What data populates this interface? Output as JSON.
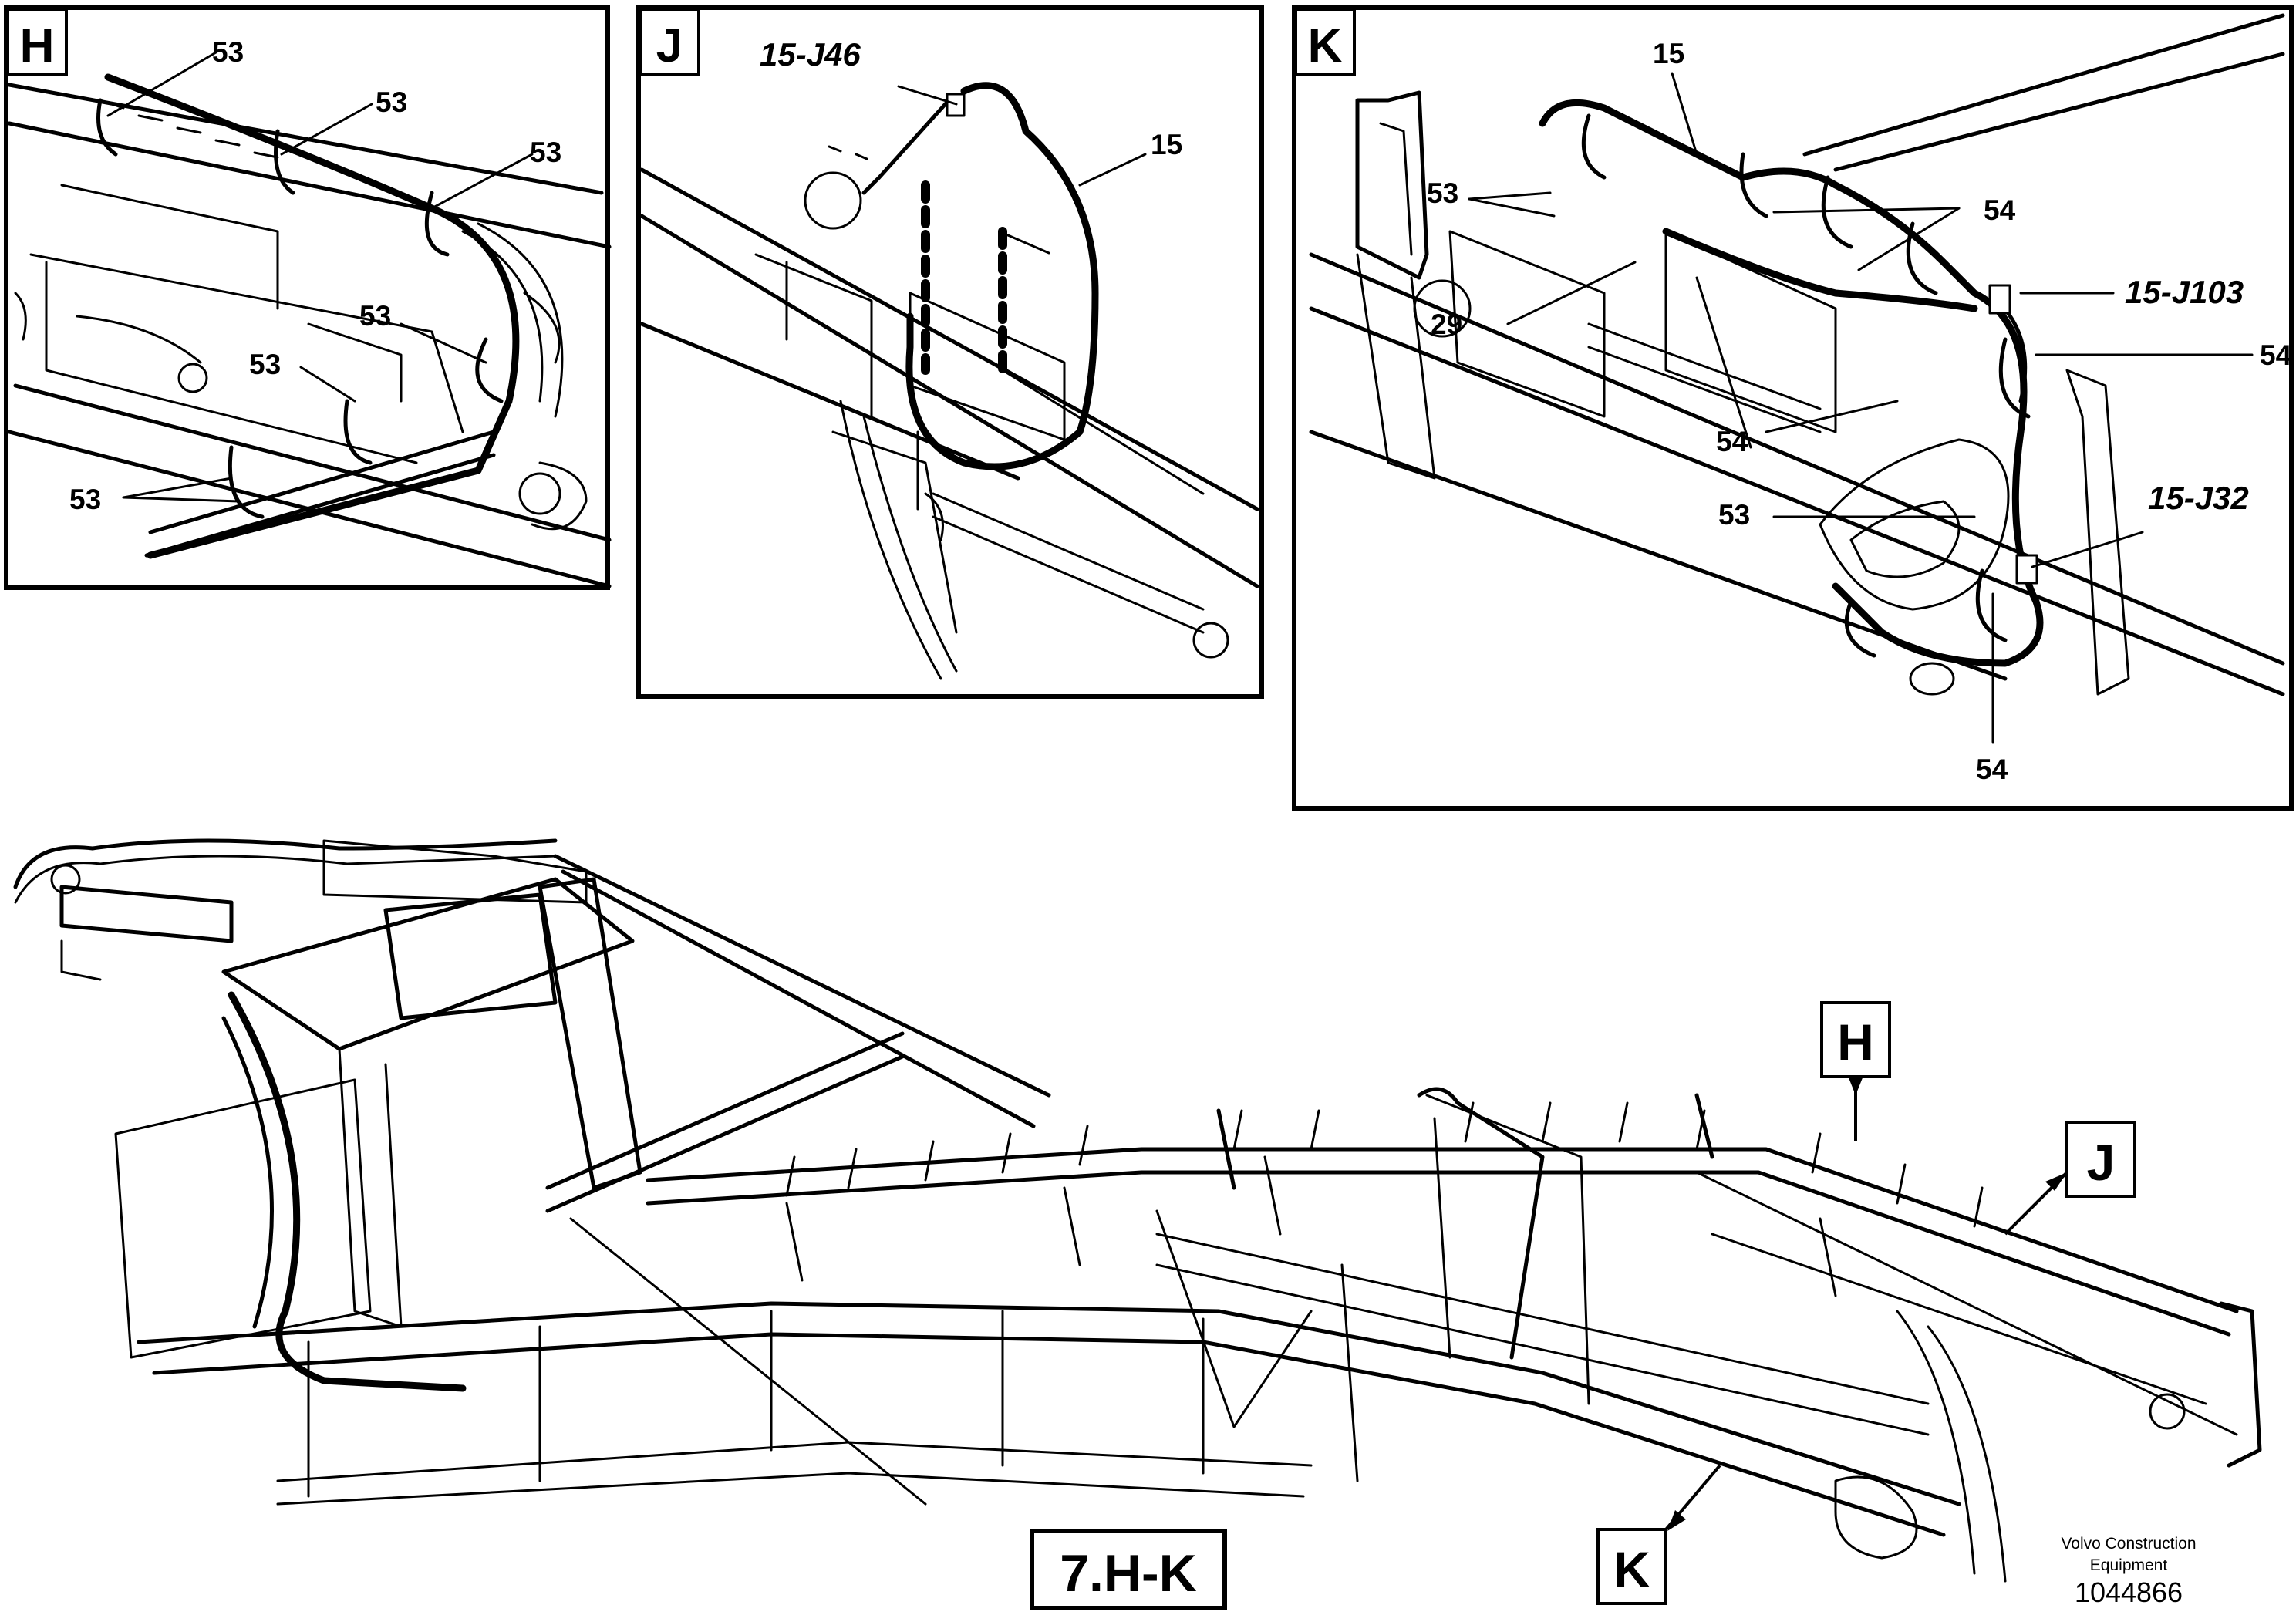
{
  "panels": {
    "H": {
      "letter": "H",
      "callouts": [
        "53",
        "53",
        "53",
        "53",
        "53",
        "53"
      ]
    },
    "J": {
      "letter": "J",
      "connector": "15-J46",
      "cable": "15"
    },
    "K": {
      "letter": "K",
      "callouts": {
        "c15": "15",
        "c53a": "53",
        "c54a": "54",
        "c15J103": "15-J103",
        "c29": "29",
        "c54b": "54",
        "c54c": "54",
        "c53b": "53",
        "c15J32": "15-J32",
        "c54d": "54"
      }
    }
  },
  "main_view": {
    "markers": [
      "H",
      "J",
      "K"
    ],
    "view_label": "7.H-K",
    "company_line1": "Volvo Construction",
    "company_line2": "Equipment",
    "drawing_number": "1044866"
  }
}
